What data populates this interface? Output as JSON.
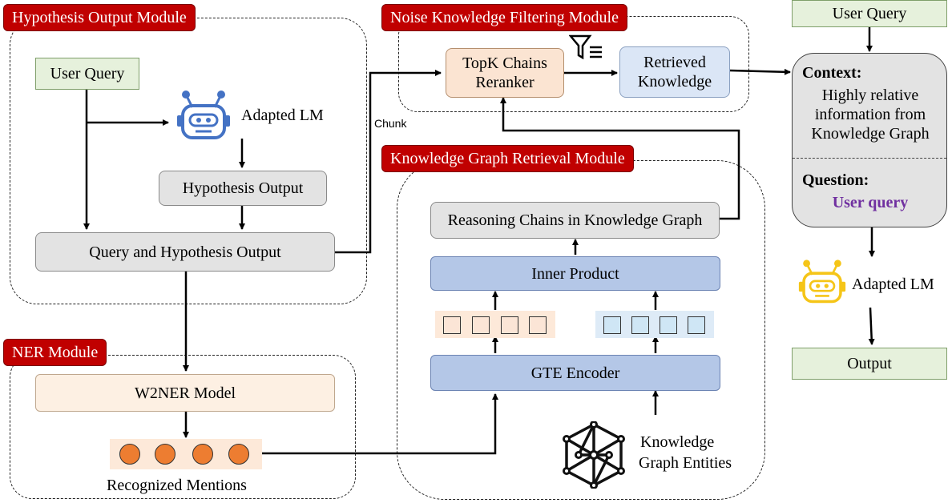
{
  "modules": {
    "hypothesis": "Hypothesis Output Module",
    "noise": "Noise Knowledge Filtering Module",
    "kg_retrieval": "Knowledge Graph Retrieval Module",
    "ner": "NER Module"
  },
  "left": {
    "user_query": "User Query",
    "adapted_lm": "Adapted LM",
    "hypothesis_output": "Hypothesis Output",
    "query_hypothesis": "Query and Hypothesis Output",
    "w2ner": "W2NER Model",
    "recognized_mentions": "Recognized Mentions"
  },
  "noise": {
    "reranker_line1": "TopK Chains",
    "reranker_line2": "Reranker",
    "retrieved_line1": "Retrieved",
    "retrieved_line2": "Knowledge",
    "chunk": "Chunk"
  },
  "kg": {
    "reasoning_chains": "Reasoning Chains in Knowledge Graph",
    "inner_product": "Inner Product",
    "gte_encoder": "GTE Encoder",
    "entities_line1": "Knowledge",
    "entities_line2": "Graph Entities"
  },
  "right": {
    "user_query": "User Query",
    "context_label": "Context:",
    "context_line1": "Highly relative",
    "context_line2": "information from",
    "context_line3": "Knowledge Graph",
    "question_label": "Question:",
    "question_value": "User query",
    "adapted_lm": "Adapted LM",
    "output": "Output"
  },
  "icons": {
    "robot_left": "robot-icon",
    "robot_right": "robot-icon",
    "filter": "filter-icon",
    "graph": "knowledge-graph-icon"
  },
  "colors": {
    "module_tag": "#c00000",
    "robot_blue": "#4472c4",
    "robot_yellow": "#f5c518",
    "question_purple": "#7030a0",
    "mention_orange": "#ed7d31"
  }
}
